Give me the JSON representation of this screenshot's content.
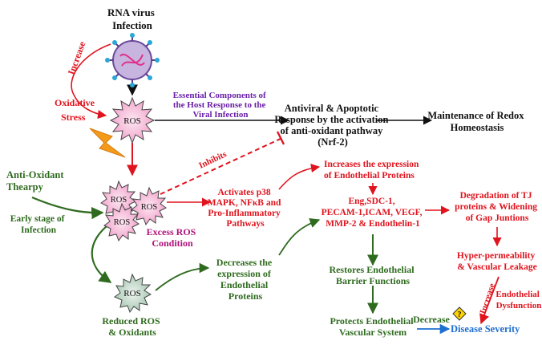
{
  "nodes": {
    "rna_virus": [
      "RNA virus",
      "Infection"
    ],
    "increase_left": "Increase",
    "oxidative_stress": [
      "Oxidative",
      "Stress"
    ],
    "ros_top": "ROS",
    "essential_components": [
      "Essential Components of",
      "the Host Response to the",
      "Viral Infection"
    ],
    "antiviral_response": [
      "Antiviral & Apoptotic",
      "Response by the activation",
      "of anti-oxidant pathway",
      "(Nrf-2)"
    ],
    "redox_homeostasis": [
      "Maintenance of Redox",
      "Homeostasis"
    ],
    "inhibits": "Inhibits",
    "anti_oxidant_therapy": [
      "Anti-Oxidant",
      "Thearpy"
    ],
    "early_stage": [
      "Early stage of",
      "Infection"
    ],
    "ros_excess_1": "ROS",
    "ros_excess_2": "ROS",
    "ros_excess_3": "ROS",
    "excess_ros": [
      "Excess ROS",
      "Condition"
    ],
    "activates": [
      "Activates p38",
      "MAPK, NFκB and",
      "Pro-Inflammatory",
      "Pathways"
    ],
    "increases_expression": [
      "Increases the expression",
      " of  Endothelial Proteins"
    ],
    "markers": [
      "Eng,SDC-1,",
      "PECAM-1,ICAM, VEGF,",
      "MMP-2 & Endothelin-1"
    ],
    "degradation": [
      "Degradation of TJ",
      "proteins & Widening",
      "of Gap Juntions"
    ],
    "hyper_permeability": [
      "Hyper-permeability",
      "& Vascular Leakage"
    ],
    "increase_right": "Increase",
    "endothelial_dysfunction": [
      "Endothelial",
      "Dysfunction"
    ],
    "ros_reduced": "ROS",
    "reduced_ros": [
      "Reduced ROS",
      "& Oxidants"
    ],
    "decreases_expression": [
      "Decreases the",
      "expression of",
      "Endothelial",
      "Proteins"
    ],
    "restores_barrier": [
      "Restores Endothelial",
      "Barrier Functions"
    ],
    "protects_vascular": [
      "Protects Endothelial",
      "Vascular System"
    ],
    "decrease": "Decrease",
    "disease_severity": "Disease Severity"
  },
  "colors": {
    "red": "#e0141e",
    "green": "#2f6b1f",
    "purple": "#6a1fa8",
    "magenta": "#b0127a",
    "blue": "#1e6fd0",
    "bolt": "#f39a1b",
    "ros_burst": "#f1a6cc"
  }
}
